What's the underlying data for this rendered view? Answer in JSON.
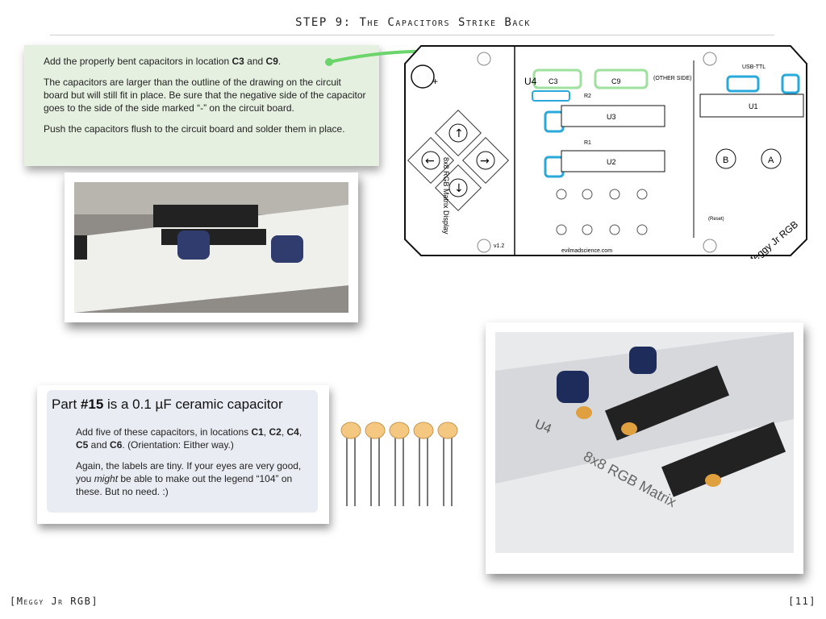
{
  "title": "STEP 9: The Capacitors Strike Back",
  "intro": {
    "line1_pre": "Add the properly bent capacitors in location ",
    "c3": "C3",
    "and": " and ",
    "c9": "C9",
    "line1_post": ".",
    "para2": "The capacitors are larger than the outline of the drawing on the circuit board but will still fit in place. Be sure that the negative side of the capacitor goes to the side of the side marked  “-” on the circuit board.",
    "para3": "Push the capacitors flush to the circuit board and solder them in place."
  },
  "part": {
    "heading_pre": "Part ",
    "number": "#15",
    "heading_post": " is a 0.1 µF ceramic capacitor",
    "add_pre": "Add five of these capacitors, in locations ",
    "locations": [
      "C1",
      "C2",
      "C4",
      "C5",
      "C6"
    ],
    "orientation": "(Orientation: Either way.)",
    "again_pre": "Again, the labels are tiny.  If your eyes are very good,  you ",
    "might": "might",
    "again_post": " be able to make out the legend “104” on these.   But no need.  :)"
  },
  "pcb": {
    "labels": {
      "c3": "C3",
      "c9": "C9",
      "u3": "U3",
      "u2": "U2",
      "u1": "U1",
      "u4": "U4",
      "r1": "R1",
      "r2": "R2",
      "b": "B",
      "a": "A",
      "brand": "Meggy Jr RGB",
      "matrix": "8x8 RGB Matrix Display",
      "url": "evilmadscience.com",
      "other_side": "(OTHER SIDE)",
      "version": "v1.2",
      "usb": "USB-TTL",
      "reset": "(Reset)"
    }
  },
  "photo2_labels": {
    "u4": "U4",
    "matrix": "8x8 RGB Matrix"
  },
  "footer": {
    "left": "[Meggy Jr RGB]",
    "right": "[11]"
  }
}
